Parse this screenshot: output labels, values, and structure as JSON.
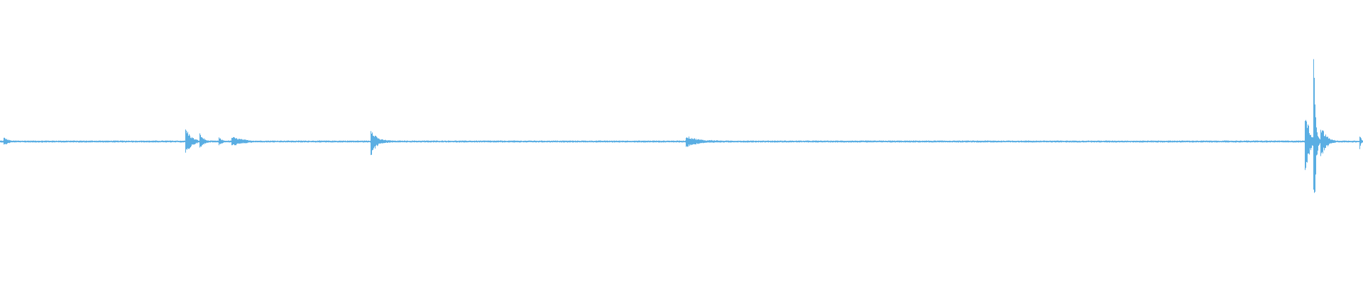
{
  "waveform": {
    "color": "#5aaee3",
    "background": "#ffffff",
    "duration": 1.0,
    "amplitude_range": [
      -1,
      1
    ],
    "baseline_noise": 0.012,
    "bursts": [
      {
        "t": 0.003,
        "amp": 0.05,
        "decay": 0.004
      },
      {
        "t": 0.1362,
        "amp": 0.17,
        "decay": 0.004
      },
      {
        "t": 0.1465,
        "amp": 0.1,
        "decay": 0.003
      },
      {
        "t": 0.1605,
        "amp": 0.05,
        "decay": 0.003
      },
      {
        "t": 0.17,
        "amp": 0.06,
        "decay": 0.01
      },
      {
        "t": 0.2722,
        "amp": 0.17,
        "decay": 0.004
      },
      {
        "t": 0.278,
        "amp": 0.03,
        "decay": 0.012
      },
      {
        "t": 0.5035,
        "amp": 0.07,
        "decay": 0.01
      },
      {
        "t": 0.52,
        "amp": 0.02,
        "decay": 0.02
      },
      {
        "t": 0.9575,
        "amp": 0.42,
        "decay": 0.003
      },
      {
        "t": 0.964,
        "amp": 1.0,
        "decay": 0.0012
      },
      {
        "t": 0.969,
        "amp": 0.2,
        "decay": 0.004
      },
      {
        "t": 0.9975,
        "amp": 0.1,
        "decay": 0.001
      }
    ]
  }
}
